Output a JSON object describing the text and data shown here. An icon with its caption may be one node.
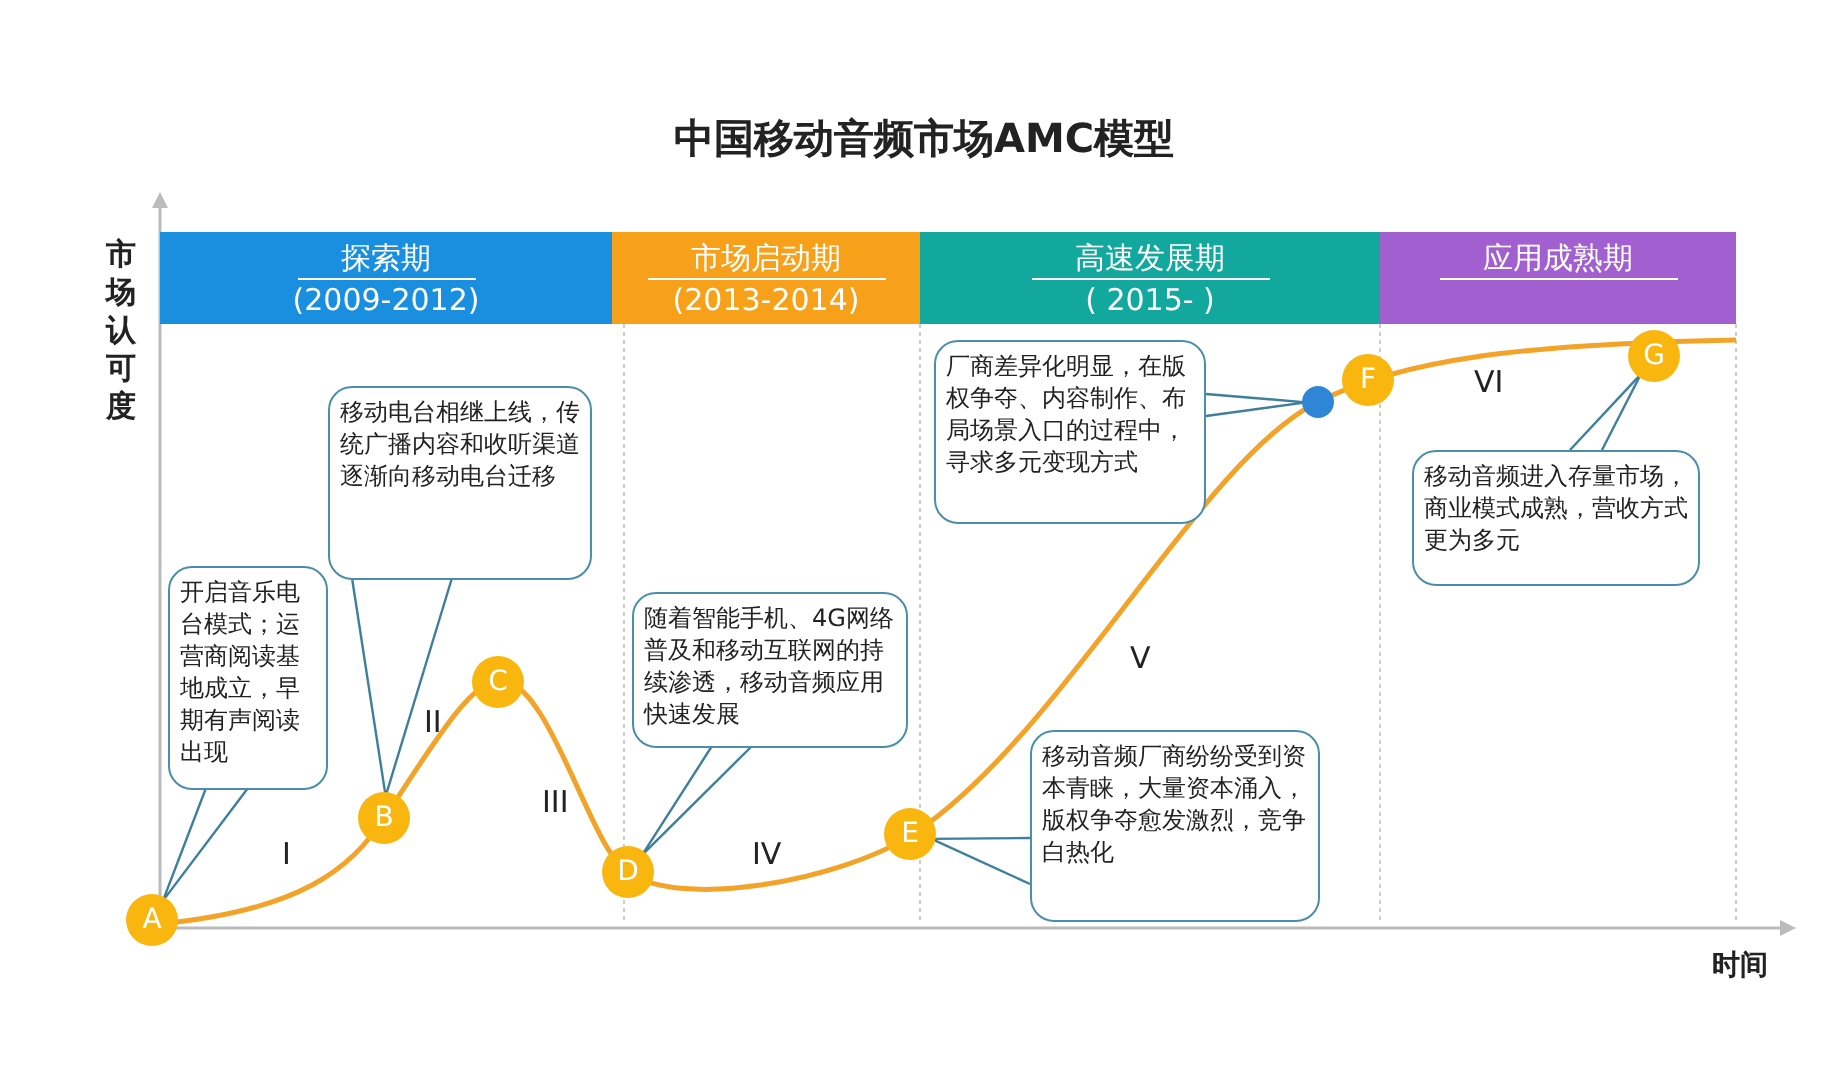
{
  "diagram": {
    "title": "中国移动音频市场AMC模型",
    "nodes": [
      {
        "text": [
          "探索期",
          "(2009-2012)"
        ]
      },
      {
        "text": [
          "市场启动期",
          "(2013-2014)"
        ]
      },
      {
        "text": [
          "高速发展期",
          "( 2015-    )"
        ]
      },
      {
        "text": [
          "应用成熟期"
        ]
      },
      {
        "text": [
          "A"
        ]
      },
      {
        "text": [
          "B"
        ]
      },
      {
        "text": [
          "C"
        ]
      },
      {
        "text": [
          "D"
        ]
      },
      {
        "text": [
          "E"
        ]
      },
      {
        "text": [],
        "shape": "circle"
      },
      {
        "text": [
          "F"
        ]
      },
      {
        "text": [
          "G"
        ]
      },
      {
        "text": [
          "开启音乐电台模式；运营商阅读基地成立，早期有声阅读出现"
        ]
      },
      {
        "text": [
          "移动电台相继上线，传统广播内容和收听渠道逐渐向移动电台迁移"
        ]
      },
      {
        "text": [
          "随着智能手机、4G网络普及和移动互联网的持续渗透，移动音频应用快速发展"
        ]
      },
      {
        "text": [
          "厂商差异化明显，在版权争夺、内容制作、布局场景入口的过程中，寻求多元变现方式"
        ]
      },
      {
        "text": [
          "移动音频厂商纷纷受到资本青睐，大量资本涌入，版权争夺愈发激烈，竞争白热化"
        ]
      },
      {
        "text": [
          "移动音频进入存量市场，商业模式成熟，营收方式更为多元"
        ]
      }
    ],
    "edges": [
      {
        "from": 12,
        "to": 4,
        "arrow": "none"
      },
      {
        "from": 13,
        "to": 5,
        "arrow": "none"
      },
      {
        "from": 14,
        "to": 7,
        "arrow": "none"
      },
      {
        "from": 15,
        "to": 9,
        "arrow": "none"
      },
      {
        "from": 16,
        "to": 8,
        "arrow": "none"
      },
      {
        "from": 17,
        "to": 11,
        "arrow": "none"
      }
    ],
    "labels": [
      "市场认可度",
      "I",
      "II",
      "III",
      "IV",
      "V",
      "VI",
      "时间"
    ]
  }
}
